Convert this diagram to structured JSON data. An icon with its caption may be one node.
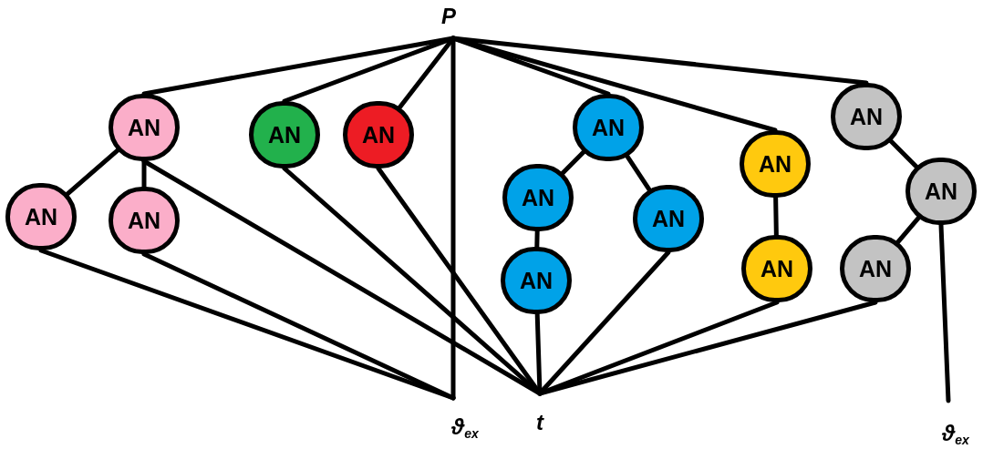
{
  "diagram": {
    "nodes": [
      {
        "text": [
          "P"
        ]
      },
      {
        "text": [
          "AN"
        ]
      },
      {
        "text": [
          "AN"
        ]
      },
      {
        "text": [
          "AN"
        ]
      },
      {
        "text": [
          "AN"
        ]
      },
      {
        "text": [
          "AN"
        ]
      },
      {
        "text": [
          "AN"
        ]
      },
      {
        "text": [
          "AN"
        ]
      },
      {
        "text": [
          "AN"
        ]
      },
      {
        "text": [
          "AN"
        ]
      },
      {
        "text": [
          "AN"
        ]
      },
      {
        "text": [
          "AN"
        ]
      },
      {
        "text": [
          "AN"
        ]
      },
      {
        "text": [
          "AN"
        ]
      },
      {
        "text": [
          "AN"
        ]
      },
      {
        "text": [
          "ϑ$_{ex}$"
        ]
      },
      {
        "text": [
          "t"
        ]
      },
      {
        "text": [
          "ϑ$_{ex}$"
        ]
      }
    ],
    "edges": [
      {
        "from": 0,
        "to": 1,
        "arrow": "none"
      },
      {
        "from": 0,
        "to": 2,
        "arrow": "none"
      },
      {
        "from": 0,
        "to": 3,
        "arrow": "none"
      },
      {
        "from": 0,
        "to": 15,
        "arrow": "none"
      },
      {
        "from": 0,
        "to": 4,
        "arrow": "none"
      },
      {
        "from": 0,
        "to": 10,
        "arrow": "none"
      },
      {
        "from": 0,
        "to": 5,
        "arrow": "none"
      },
      {
        "from": 1,
        "to": 6,
        "arrow": "none"
      },
      {
        "from": 1,
        "to": 7,
        "arrow": "none"
      },
      {
        "from": 1,
        "to": 16,
        "arrow": "none"
      },
      {
        "from": 2,
        "to": 16,
        "arrow": "none"
      },
      {
        "from": 3,
        "to": 16,
        "arrow": "none"
      },
      {
        "from": 6,
        "to": 15,
        "arrow": "none"
      },
      {
        "from": 7,
        "to": 15,
        "arrow": "none"
      },
      {
        "from": 4,
        "to": 8,
        "arrow": "none"
      },
      {
        "from": 4,
        "to": 9,
        "arrow": "none"
      },
      {
        "from": 8,
        "to": 12,
        "arrow": "none"
      },
      {
        "from": 12,
        "to": 16,
        "arrow": "none"
      },
      {
        "from": 9,
        "to": 16,
        "arrow": "none"
      },
      {
        "from": 10,
        "to": 13,
        "arrow": "none"
      },
      {
        "from": 13,
        "to": 16,
        "arrow": "none"
      },
      {
        "from": 5,
        "to": 11,
        "arrow": "none"
      },
      {
        "from": 11,
        "to": 14,
        "arrow": "none"
      },
      {
        "from": 14,
        "to": 16,
        "arrow": "none"
      },
      {
        "from": 11,
        "to": 17,
        "arrow": "none"
      }
    ]
  }
}
